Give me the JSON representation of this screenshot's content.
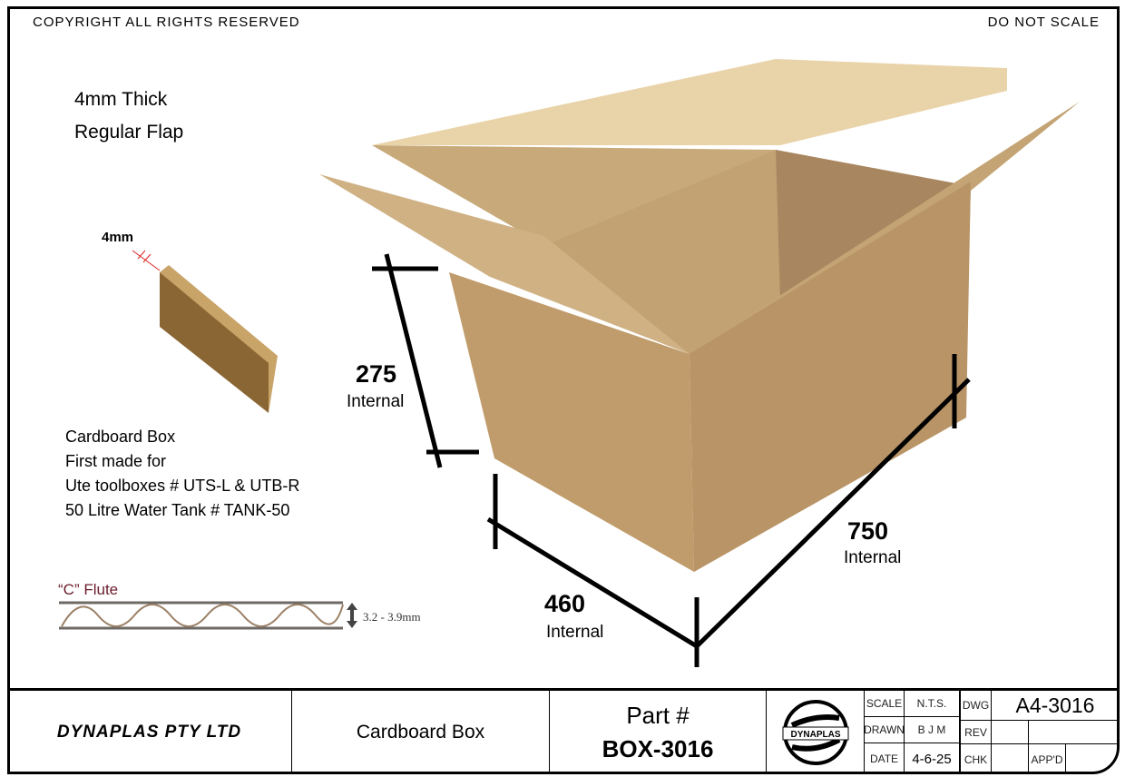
{
  "header": {
    "copyright": "COPYRIGHT ALL RIGHTS RESERVED",
    "scale_note": "DO NOT SCALE"
  },
  "spec": {
    "line1": "4mm Thick",
    "line2": "Regular Flap",
    "thickness_label": "4mm"
  },
  "notes": [
    "Cardboard Box",
    "First made for",
    "Ute toolboxes # UTS-L & UTB-R",
    "50 Litre Water Tank # TANK-50"
  ],
  "flute": {
    "title": "“C” Flute",
    "range": "3.2 - 3.9mm"
  },
  "dimensions": {
    "height": {
      "value": "275",
      "label": "Internal"
    },
    "width": {
      "value": "460",
      "label": "Internal"
    },
    "length": {
      "value": "750",
      "label": "Internal"
    }
  },
  "title_block": {
    "company": "DYNAPLAS  PTY  LTD",
    "description": "Cardboard Box",
    "part_label": "Part #",
    "part_number": "BOX-3016",
    "logo_text": "DYNAPLAS",
    "scale_label": "SCALE",
    "scale_value": "N.T.S.",
    "drawn_label": "DRAWN",
    "drawn_value": "B  J  M",
    "date_label": "DATE",
    "date_value": "4-6-25",
    "dwg_label": "DWG",
    "dwg_value": "A4-3016",
    "rev_label": "REV",
    "chk_label": "CHK",
    "appd_label": "APP'D"
  }
}
